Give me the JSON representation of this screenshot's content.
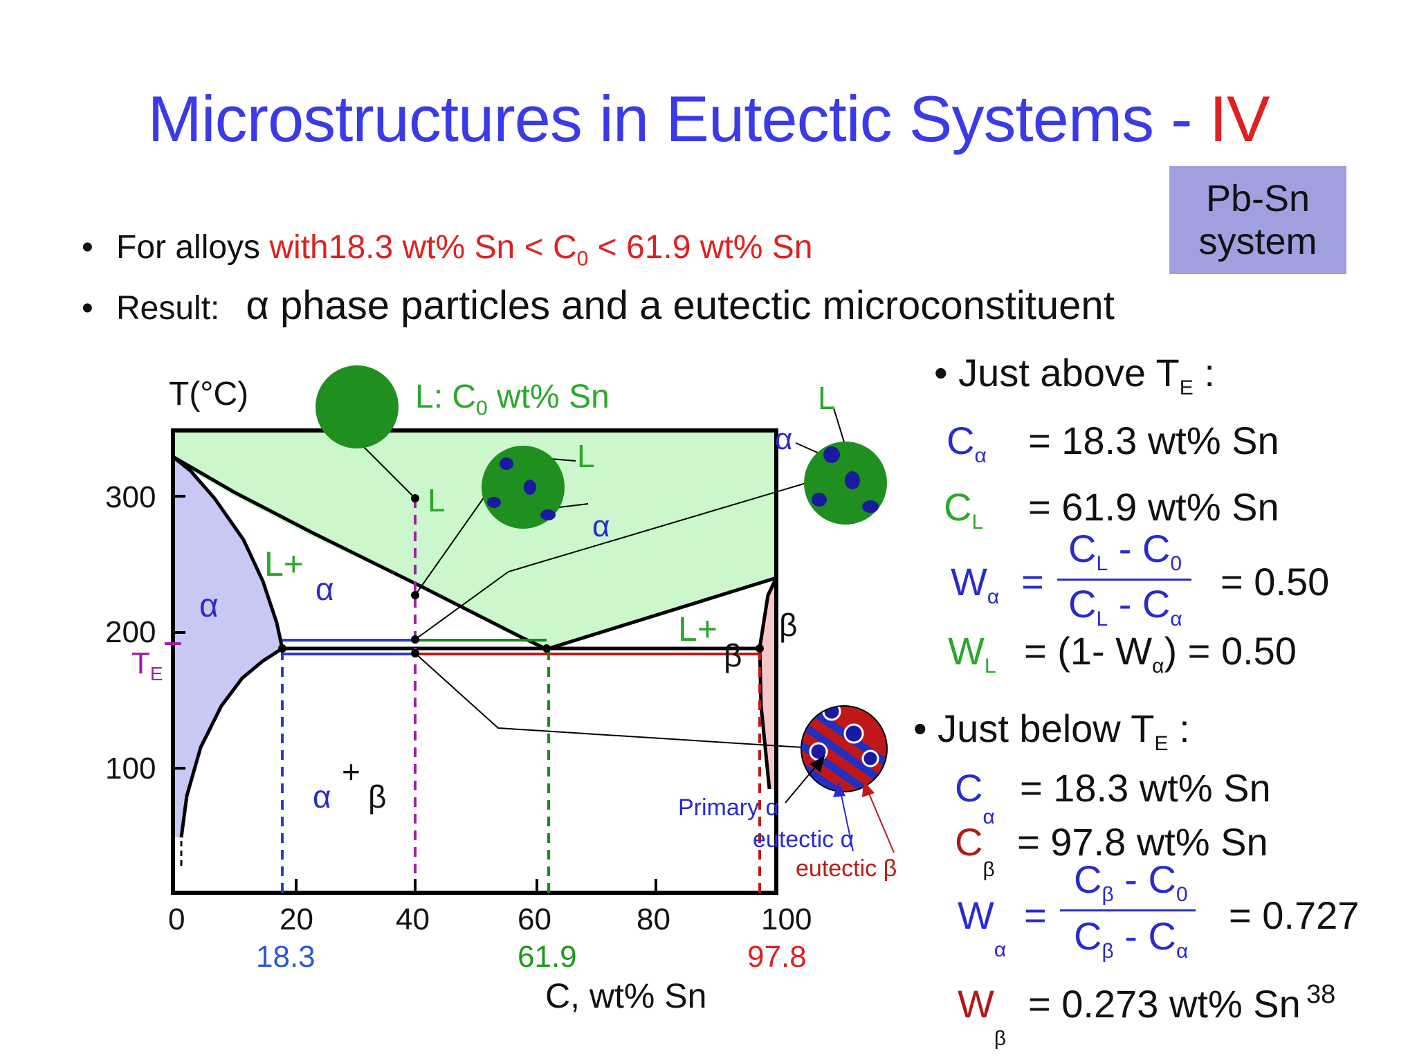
{
  "slide": {
    "title": "Microstructures in Eutectic Systems - ",
    "title_roman": "IV",
    "system_line1": "Pb-Sn",
    "system_line2": "system",
    "page_number": "38"
  },
  "bullets": {
    "b1_prefix": "For alloys ",
    "b1_red1": "with18.3 wt% Sn < C",
    "b1_sub": "0",
    "b1_red2": " < 61.9 wt% Sn",
    "b2_prefix": "Result:",
    "b2_text": "α phase particles and a eutectic microconstituent"
  },
  "diagram": {
    "y_axis_label": "T(°C)",
    "x_axis_label": "C, wt% Sn",
    "x_ticks": [
      "0",
      "20",
      "40",
      "60",
      "80",
      "100"
    ],
    "y_ticks": [
      "300",
      "200",
      "100"
    ],
    "te_label": "T",
    "te_sub": "E",
    "comp_labels": [
      "18.3",
      "61.9",
      "97.8"
    ],
    "regions": {
      "alpha": "α",
      "l_plus": "L+",
      "l_plus_alpha": "α",
      "l_plus_b": "L+",
      "l_plus_b_beta": "β",
      "beta": "β",
      "ab_alpha": "α",
      "ab_plus": "+",
      "ab_beta": "β"
    },
    "callouts": {
      "liquid_label_a": "L:  C",
      "liquid_label_sub": "0",
      "liquid_label_b": " wt% Sn",
      "point_L": "L",
      "mid_L": "L",
      "mid_alpha": "α",
      "right_L": "L",
      "right_alpha": "α",
      "primary_alpha": "Primary α",
      "eutectic_alpha": "eutectic α",
      "eutectic_beta": "eutectic β"
    },
    "colors": {
      "liquid_region": "#ccf7cc",
      "alpha_region": "#c8c8f5",
      "beta_region": "#f5c8c8",
      "liquid_circle": "#1f8f1f",
      "alpha_particle": "#1a1aa0",
      "c0_line": "#a020a0",
      "c_alpha_line": "#2a3ad0",
      "c_l_line": "#1a8a1a",
      "c_beta_line": "#c01818"
    }
  },
  "calc": {
    "above_te": "Just above T",
    "above_te_sub": "E",
    "above_te_colon": " :",
    "c_alpha_sym": "C",
    "c_alpha_sub": "α",
    "c_alpha_val": "= 18.3 wt% Sn",
    "c_l_sym": "C",
    "c_l_sub": "L",
    "c_l_val": "= 61.9 wt% Sn",
    "w_alpha_sym": "W",
    "w_alpha_sub": "α",
    "w_alpha_eq": "=",
    "w_alpha_num": "C",
    "w_alpha_num_sub1": "L",
    "w_alpha_num_mid": " - C",
    "w_alpha_num_sub2": "0",
    "w_alpha_den": "C",
    "w_alpha_den_sub1": "L",
    "w_alpha_den_mid": " - C",
    "w_alpha_den_sub2": "α",
    "w_alpha_val": "= 0.50",
    "w_l_sym": "W",
    "w_l_sub": "L",
    "w_l_val_a": "= (1- W",
    "w_l_val_sub": "α",
    "w_l_val_b": ")  = 0.50",
    "below_te": "Just below T",
    "below_te_sub": "E",
    "below_te_colon": " :",
    "c_alpha2_sym": "C",
    "c_alpha2_sub": "α",
    "c_alpha2_val": "= 18.3 wt% Sn",
    "c_beta_sym": "C",
    "c_beta_sub": "β",
    "c_beta_val": "= 97.8 wt% Sn",
    "w_alpha2_sym": "W",
    "w_alpha2_sub": "α",
    "w_alpha2_eq": "=",
    "w_alpha2_num": "C",
    "w_alpha2_num_sub1": "β",
    "w_alpha2_num_mid": " - C",
    "w_alpha2_num_sub2": "0",
    "w_alpha2_den": "C",
    "w_alpha2_den_sub1": "β",
    "w_alpha2_den_mid": " - C",
    "w_alpha2_den_sub2": "α",
    "w_alpha2_val": "= 0.727",
    "w_beta_sym": "W",
    "w_beta_sub": "β",
    "w_beta_val": "= 0.273 wt% Sn"
  }
}
